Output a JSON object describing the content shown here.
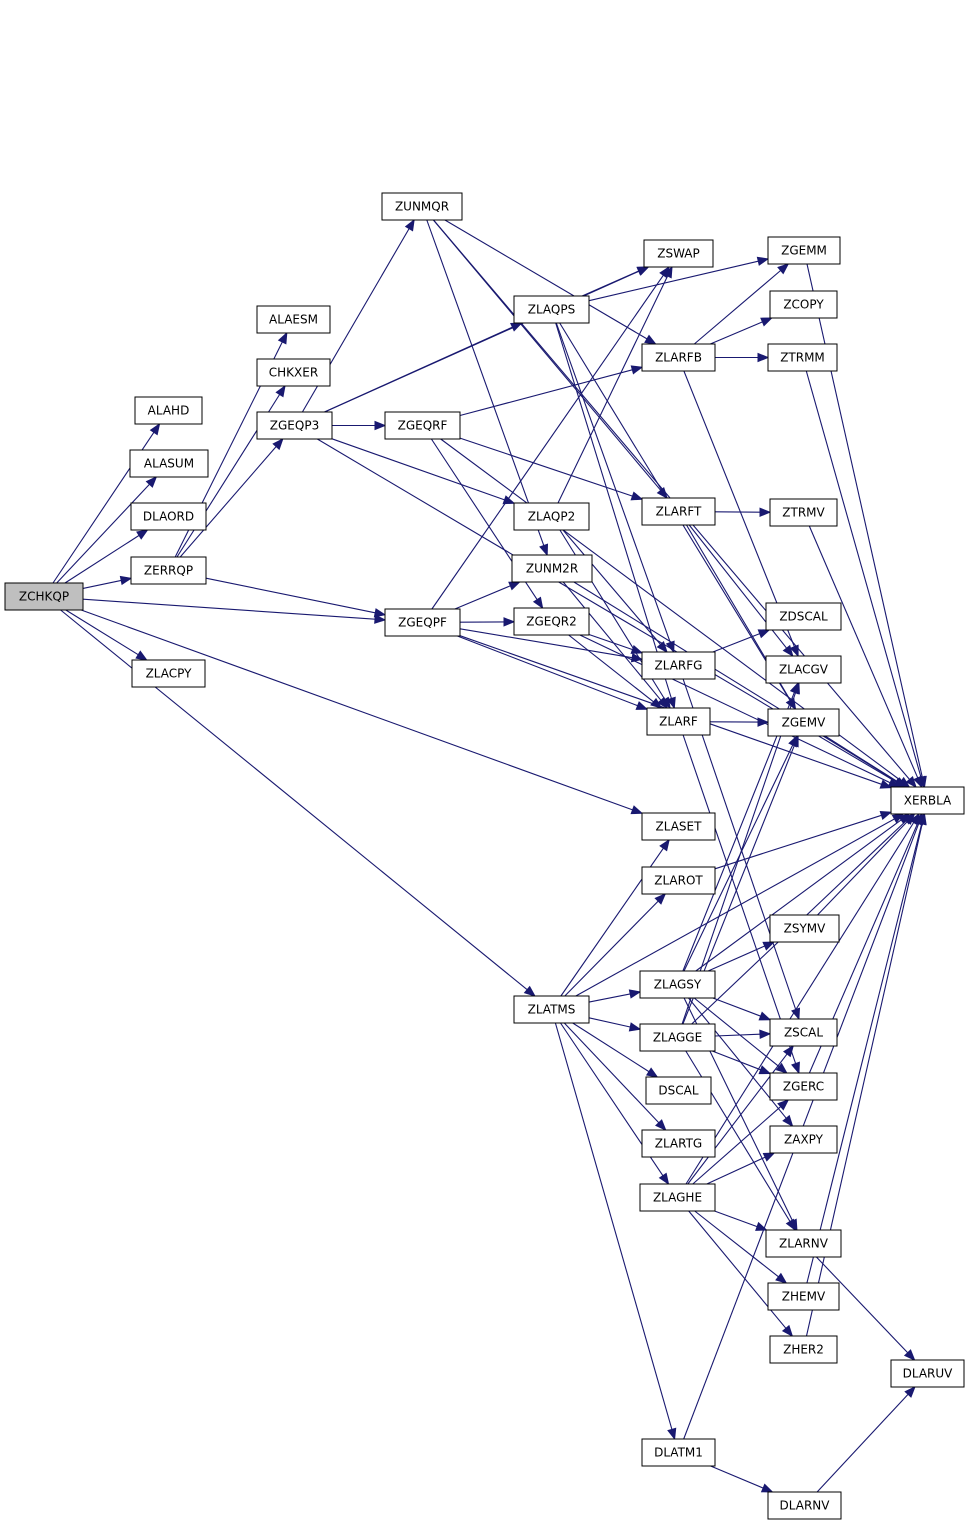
{
  "colors": {
    "edge": "#191970",
    "root_fill": "#bfbfbf",
    "node_fill": "#ffffff",
    "node_border": "#000000"
  },
  "root": "ZCHKQP",
  "nodes": [
    {
      "id": "ZCHKQP",
      "label": "ZCHKQP",
      "root": true
    },
    {
      "id": "ALAHD",
      "label": "ALAHD"
    },
    {
      "id": "ALASUM",
      "label": "ALASUM"
    },
    {
      "id": "DLAORD",
      "label": "DLAORD"
    },
    {
      "id": "ZERRQP",
      "label": "ZERRQP"
    },
    {
      "id": "ZLACPY",
      "label": "ZLACPY"
    },
    {
      "id": "ALAESM",
      "label": "ALAESM"
    },
    {
      "id": "CHKXER",
      "label": "CHKXER"
    },
    {
      "id": "ZGEQP3",
      "label": "ZGEQP3"
    },
    {
      "id": "ZUNMQR",
      "label": "ZUNMQR"
    },
    {
      "id": "ZGEQRF",
      "label": "ZGEQRF"
    },
    {
      "id": "ZGEQPF",
      "label": "ZGEQPF"
    },
    {
      "id": "ZSWAP",
      "label": "ZSWAP"
    },
    {
      "id": "ZLAQPS",
      "label": "ZLAQPS"
    },
    {
      "id": "ZLAQP2",
      "label": "ZLAQP2"
    },
    {
      "id": "ZUNM2R",
      "label": "ZUNM2R"
    },
    {
      "id": "ZGEQR2",
      "label": "ZGEQR2"
    },
    {
      "id": "ZGEMM",
      "label": "ZGEMM"
    },
    {
      "id": "ZCOPY",
      "label": "ZCOPY"
    },
    {
      "id": "ZLARFB",
      "label": "ZLARFB"
    },
    {
      "id": "ZTRMM",
      "label": "ZTRMM"
    },
    {
      "id": "ZLARFT",
      "label": "ZLARFT"
    },
    {
      "id": "ZTRMV",
      "label": "ZTRMV"
    },
    {
      "id": "ZDSCAL",
      "label": "ZDSCAL"
    },
    {
      "id": "ZLARFG",
      "label": "ZLARFG"
    },
    {
      "id": "ZLACGV",
      "label": "ZLACGV"
    },
    {
      "id": "ZLARF",
      "label": "ZLARF"
    },
    {
      "id": "ZGEMV",
      "label": "ZGEMV"
    },
    {
      "id": "XERBLA",
      "label": "XERBLA"
    },
    {
      "id": "ZLASET",
      "label": "ZLASET"
    },
    {
      "id": "ZLAROT",
      "label": "ZLAROT"
    },
    {
      "id": "ZSYMV",
      "label": "ZSYMV"
    },
    {
      "id": "ZLATMS",
      "label": "ZLATMS"
    },
    {
      "id": "ZLAGSY",
      "label": "ZLAGSY"
    },
    {
      "id": "ZLAGGE",
      "label": "ZLAGGE"
    },
    {
      "id": "ZSCAL",
      "label": "ZSCAL"
    },
    {
      "id": "ZGERC",
      "label": "ZGERC"
    },
    {
      "id": "DSCAL",
      "label": "DSCAL"
    },
    {
      "id": "ZLARTG",
      "label": "ZLARTG"
    },
    {
      "id": "ZAXPY",
      "label": "ZAXPY"
    },
    {
      "id": "ZLAGHE",
      "label": "ZLAGHE"
    },
    {
      "id": "ZLARNV",
      "label": "ZLARNV"
    },
    {
      "id": "ZHEMV",
      "label": "ZHEMV"
    },
    {
      "id": "ZHER2",
      "label": "ZHER2"
    },
    {
      "id": "DLARUV",
      "label": "DLARUV"
    },
    {
      "id": "DLATM1",
      "label": "DLATM1"
    },
    {
      "id": "DLARNV",
      "label": "DLARNV"
    }
  ],
  "edges": [
    [
      "ZCHKQP",
      "ALAHD"
    ],
    [
      "ZCHKQP",
      "ALASUM"
    ],
    [
      "ZCHKQP",
      "DLAORD"
    ],
    [
      "ZCHKQP",
      "ZERRQP"
    ],
    [
      "ZCHKQP",
      "ZGEQPF"
    ],
    [
      "ZCHKQP",
      "ZLACPY"
    ],
    [
      "ZCHKQP",
      "ZLASET"
    ],
    [
      "ZCHKQP",
      "ZLATMS"
    ],
    [
      "ZERRQP",
      "ALAESM"
    ],
    [
      "ZERRQP",
      "CHKXER"
    ],
    [
      "ZERRQP",
      "ZGEQP3"
    ],
    [
      "ZERRQP",
      "ZGEQPF"
    ],
    [
      "ZGEQP3",
      "ZUNMQR"
    ],
    [
      "ZGEQP3",
      "ZGEQRF"
    ],
    [
      "ZGEQP3",
      "ZLAQPS"
    ],
    [
      "ZGEQP3",
      "ZLAQP2"
    ],
    [
      "ZGEQP3",
      "ZSWAP"
    ],
    [
      "ZGEQP3",
      "XERBLA"
    ],
    [
      "ZUNMQR",
      "ZLARFB"
    ],
    [
      "ZUNMQR",
      "ZLARFT"
    ],
    [
      "ZUNMQR",
      "ZUNM2R"
    ],
    [
      "ZUNMQR",
      "XERBLA"
    ],
    [
      "ZGEQRF",
      "ZLARFB"
    ],
    [
      "ZGEQRF",
      "ZLARFT"
    ],
    [
      "ZGEQRF",
      "ZGEQR2"
    ],
    [
      "ZGEQRF",
      "XERBLA"
    ],
    [
      "ZGEQPF",
      "ZSWAP"
    ],
    [
      "ZGEQPF",
      "ZUNM2R"
    ],
    [
      "ZGEQPF",
      "ZGEQR2"
    ],
    [
      "ZGEQPF",
      "ZLARFG"
    ],
    [
      "ZGEQPF",
      "ZLARF"
    ],
    [
      "ZGEQPF",
      "XERBLA"
    ],
    [
      "ZLAQPS",
      "ZSWAP"
    ],
    [
      "ZLAQPS",
      "ZGEMM"
    ],
    [
      "ZLAQPS",
      "ZLARFG"
    ],
    [
      "ZLAQPS",
      "ZGEMV"
    ],
    [
      "ZLAQPS",
      "ZLARF"
    ],
    [
      "ZLAQP2",
      "ZSWAP"
    ],
    [
      "ZLAQP2",
      "ZLARFG"
    ],
    [
      "ZLAQP2",
      "ZLARF"
    ],
    [
      "ZUNM2R",
      "ZLARF"
    ],
    [
      "ZUNM2R",
      "XERBLA"
    ],
    [
      "ZGEQR2",
      "ZLARFG"
    ],
    [
      "ZGEQR2",
      "ZLARF"
    ],
    [
      "ZGEQR2",
      "XERBLA"
    ],
    [
      "ZLARFB",
      "ZGEMM"
    ],
    [
      "ZLARFB",
      "ZCOPY"
    ],
    [
      "ZLARFB",
      "ZTRMM"
    ],
    [
      "ZLARFB",
      "ZLACGV"
    ],
    [
      "ZLARFT",
      "ZTRMV"
    ],
    [
      "ZLARFT",
      "ZGEMV"
    ],
    [
      "ZLARFT",
      "ZLACGV"
    ],
    [
      "ZLARFG",
      "ZDSCAL"
    ],
    [
      "ZLARFG",
      "ZSCAL"
    ],
    [
      "ZLARF",
      "ZGEMV"
    ],
    [
      "ZLARF",
      "ZGERC"
    ],
    [
      "ZGEMM",
      "XERBLA"
    ],
    [
      "ZTRMM",
      "XERBLA"
    ],
    [
      "ZTRMV",
      "XERBLA"
    ],
    [
      "ZGEMV",
      "XERBLA"
    ],
    [
      "ZLAROT",
      "XERBLA"
    ],
    [
      "ZSYMV",
      "XERBLA"
    ],
    [
      "ZGERC",
      "XERBLA"
    ],
    [
      "ZHEMV",
      "XERBLA"
    ],
    [
      "ZHER2",
      "XERBLA"
    ],
    [
      "ZLATMS",
      "ZLASET"
    ],
    [
      "ZLATMS",
      "ZLAROT"
    ],
    [
      "ZLATMS",
      "ZLAGSY"
    ],
    [
      "ZLATMS",
      "ZLAGGE"
    ],
    [
      "ZLATMS",
      "DSCAL"
    ],
    [
      "ZLATMS",
      "ZLARTG"
    ],
    [
      "ZLATMS",
      "ZLAGHE"
    ],
    [
      "ZLATMS",
      "DLATM1"
    ],
    [
      "ZLATMS",
      "XERBLA"
    ],
    [
      "ZLAGSY",
      "ZSYMV"
    ],
    [
      "ZLAGSY",
      "ZSCAL"
    ],
    [
      "ZLAGSY",
      "ZGERC"
    ],
    [
      "ZLAGSY",
      "ZAXPY"
    ],
    [
      "ZLAGSY",
      "ZLARNV"
    ],
    [
      "ZLAGSY",
      "ZLACGV"
    ],
    [
      "ZLAGSY",
      "ZGEMV"
    ],
    [
      "ZLAGSY",
      "XERBLA"
    ],
    [
      "ZLAGGE",
      "ZSCAL"
    ],
    [
      "ZLAGGE",
      "ZGERC"
    ],
    [
      "ZLAGGE",
      "ZLARNV"
    ],
    [
      "ZLAGGE",
      "ZLACGV"
    ],
    [
      "ZLAGGE",
      "ZGEMV"
    ],
    [
      "ZLAGGE",
      "XERBLA"
    ],
    [
      "ZLAGHE",
      "ZSCAL"
    ],
    [
      "ZLAGHE",
      "ZGERC"
    ],
    [
      "ZLAGHE",
      "ZAXPY"
    ],
    [
      "ZLAGHE",
      "ZLARNV"
    ],
    [
      "ZLAGHE",
      "ZHEMV"
    ],
    [
      "ZLAGHE",
      "ZHER2"
    ],
    [
      "ZLAGHE",
      "XERBLA"
    ],
    [
      "ZLARNV",
      "DLARUV"
    ],
    [
      "DLATM1",
      "DLARNV"
    ],
    [
      "DLATM1",
      "XERBLA"
    ],
    [
      "DLARNV",
      "DLARUV"
    ]
  ]
}
